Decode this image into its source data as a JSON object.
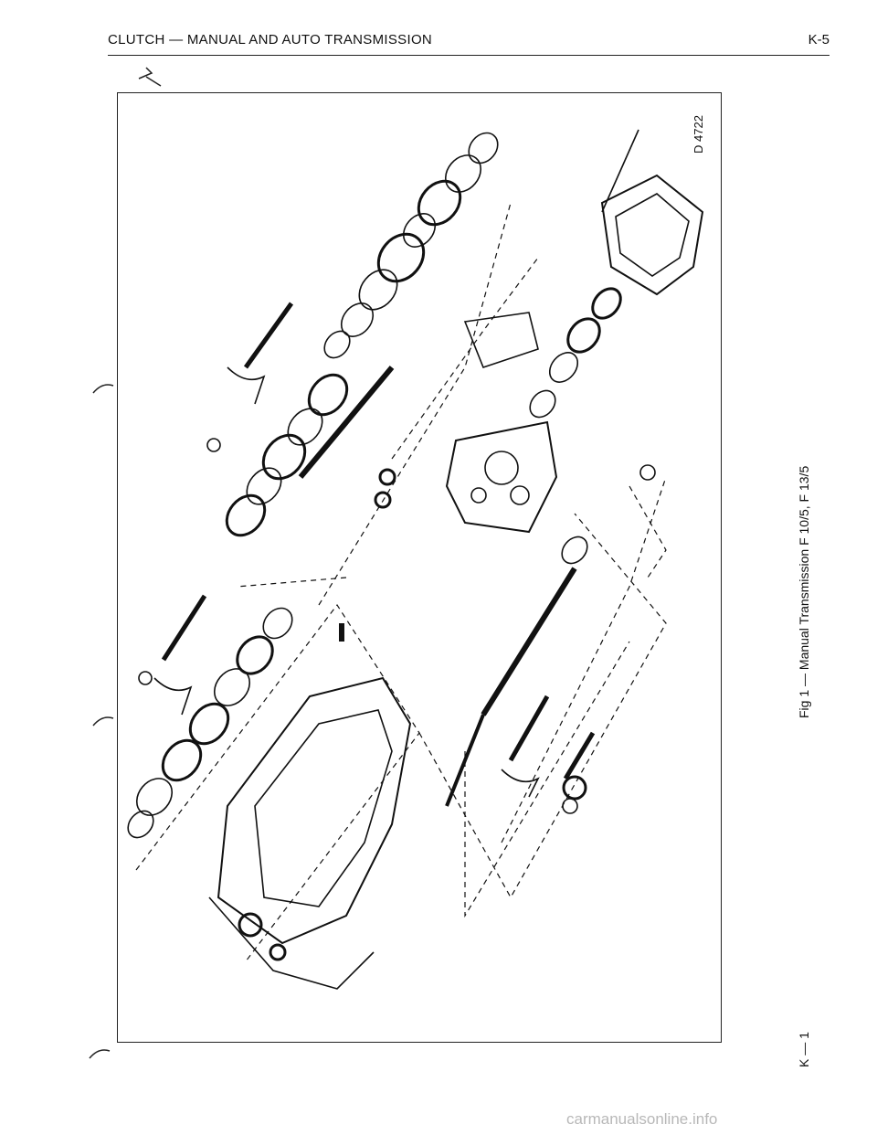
{
  "header": {
    "title": "CLUTCH — MANUAL AND AUTO TRANSMISSION",
    "page_number": "K-5"
  },
  "figure": {
    "ref_code": "D 4722",
    "caption": "Fig 1 — Manual Transmission F 10/5, F 13/5",
    "id": "K — 1"
  },
  "footer": {
    "watermark": "carmanualsonline.info"
  }
}
